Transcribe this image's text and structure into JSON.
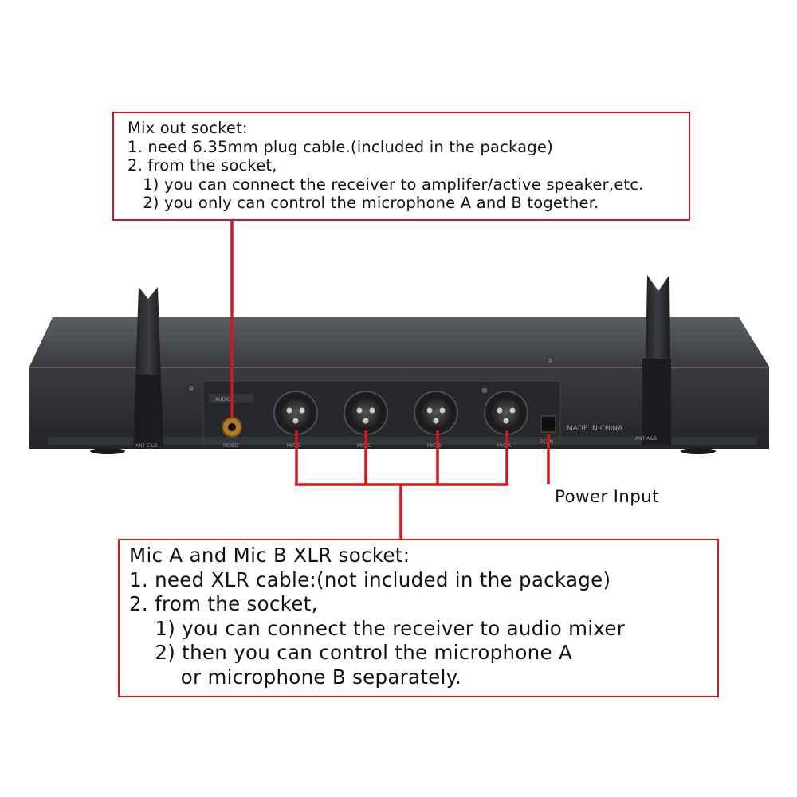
{
  "callouts": {
    "mix_out": {
      "lines": [
        "Mix out socket:",
        "1. need 6.35mm plug cable.(included in the package)",
        "2. from the socket,",
        "   1) you can connect the receiver to amplifer/active speaker,etc.",
        "   2) you only can control the microphone A and B together."
      ]
    },
    "xlr": {
      "lines": [
        "Mic A and Mic B XLR socket:",
        "1. need XLR cable:(not included in the package)",
        "2. from the socket,",
        "    1) you can connect the receiver to audio mixer",
        "    2) then you can control the microphone A",
        "        or microphone B separately."
      ]
    },
    "power": {
      "label": "Power Input"
    }
  },
  "panel": {
    "audio_label": "AUDIO",
    "mixed_label": "MIXED",
    "made_in": "MADE IN CHINA",
    "ant_left": "ANT C&D",
    "ant_right": "ANT A&B",
    "dc_label": "DC IN",
    "xlr_labels": [
      "MIC D",
      "MIC C",
      "MIC B",
      "MIC A"
    ]
  },
  "colors": {
    "accent_red": "#d9151c",
    "device_body": "#2e3033",
    "device_top": "#4a4d52"
  }
}
